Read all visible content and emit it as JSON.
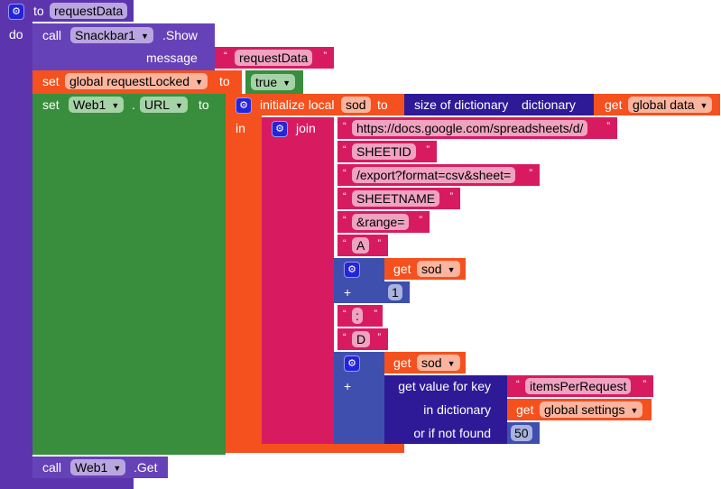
{
  "procedure": {
    "to": "to",
    "name": "requestData",
    "do": "do"
  },
  "snackbar": {
    "call": "call",
    "component": "Snackbar1",
    "method": ".Show",
    "message_label": "message",
    "message_value": "requestData"
  },
  "set_locked": {
    "set": "set",
    "variable": "global requestLocked",
    "to": "to",
    "value": "true"
  },
  "set_url": {
    "set": "set",
    "component": "Web1",
    "dot": ".",
    "property": "URL",
    "to": "to"
  },
  "init_local": {
    "label": "initialize local",
    "var": "sod",
    "to": "to",
    "in": "in"
  },
  "size_dict": {
    "label": "size of dictionary",
    "arg": "dictionary",
    "get": "get",
    "var": "global data"
  },
  "join": {
    "label": "join",
    "open_quote": "“",
    "close_quote": "”",
    "strings": [
      "https://docs.google.com/spreadsheets/d/",
      "SHEETID",
      "/export?format=csv&sheet=",
      "SHEETNAME",
      "&range=",
      "A",
      ":",
      "D"
    ]
  },
  "add1": {
    "plus": "+",
    "get": "get",
    "var": "sod",
    "number": "1"
  },
  "add2": {
    "plus": "+",
    "get": "get",
    "var": "sod"
  },
  "lookup": {
    "label": "get value for key",
    "key": "itemsPerRequest",
    "in_dict": "in dictionary",
    "get": "get",
    "dict_var": "global settings",
    "not_found": "or if not found",
    "default": "50"
  },
  "web_get": {
    "call": "call",
    "component": "Web1",
    "method": ".Get"
  },
  "arrow": "▼",
  "gear": "⚙"
}
